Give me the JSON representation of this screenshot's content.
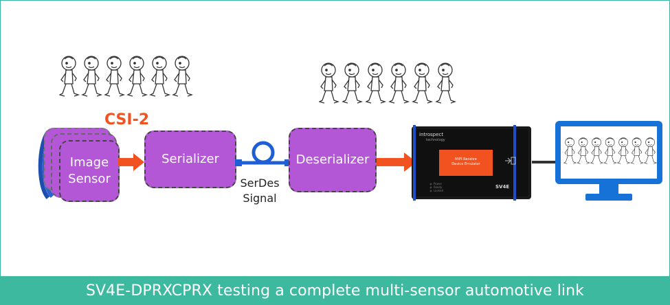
{
  "diagram": {
    "image_sensor_label_line1": "Image",
    "image_sensor_label_line2": "Sensor",
    "serializer_label": "Serializer",
    "deserializer_label": "Deserializer",
    "csi_label": "CSI-2",
    "serdes_line1": "SerDes",
    "serdes_line2": "Signal",
    "device_brand": "introspect",
    "device_brand_sub": "technology",
    "device_screen_line1": "MIPI Receive",
    "device_screen_line2": "Device Emulator",
    "device_model": "SV4E",
    "device_leds": [
      "Power",
      "Ready",
      "Locked"
    ]
  },
  "caption": "SV4E-DPRXCPRX testing a complete multi-sensor automotive link",
  "colors": {
    "box_fill": "#b357d6",
    "arrow": "#f2521f",
    "serdes_link": "#1e5fd6",
    "footer": "#3cb99f",
    "monitor": "#1672d6",
    "device_screen": "#f2521f"
  }
}
